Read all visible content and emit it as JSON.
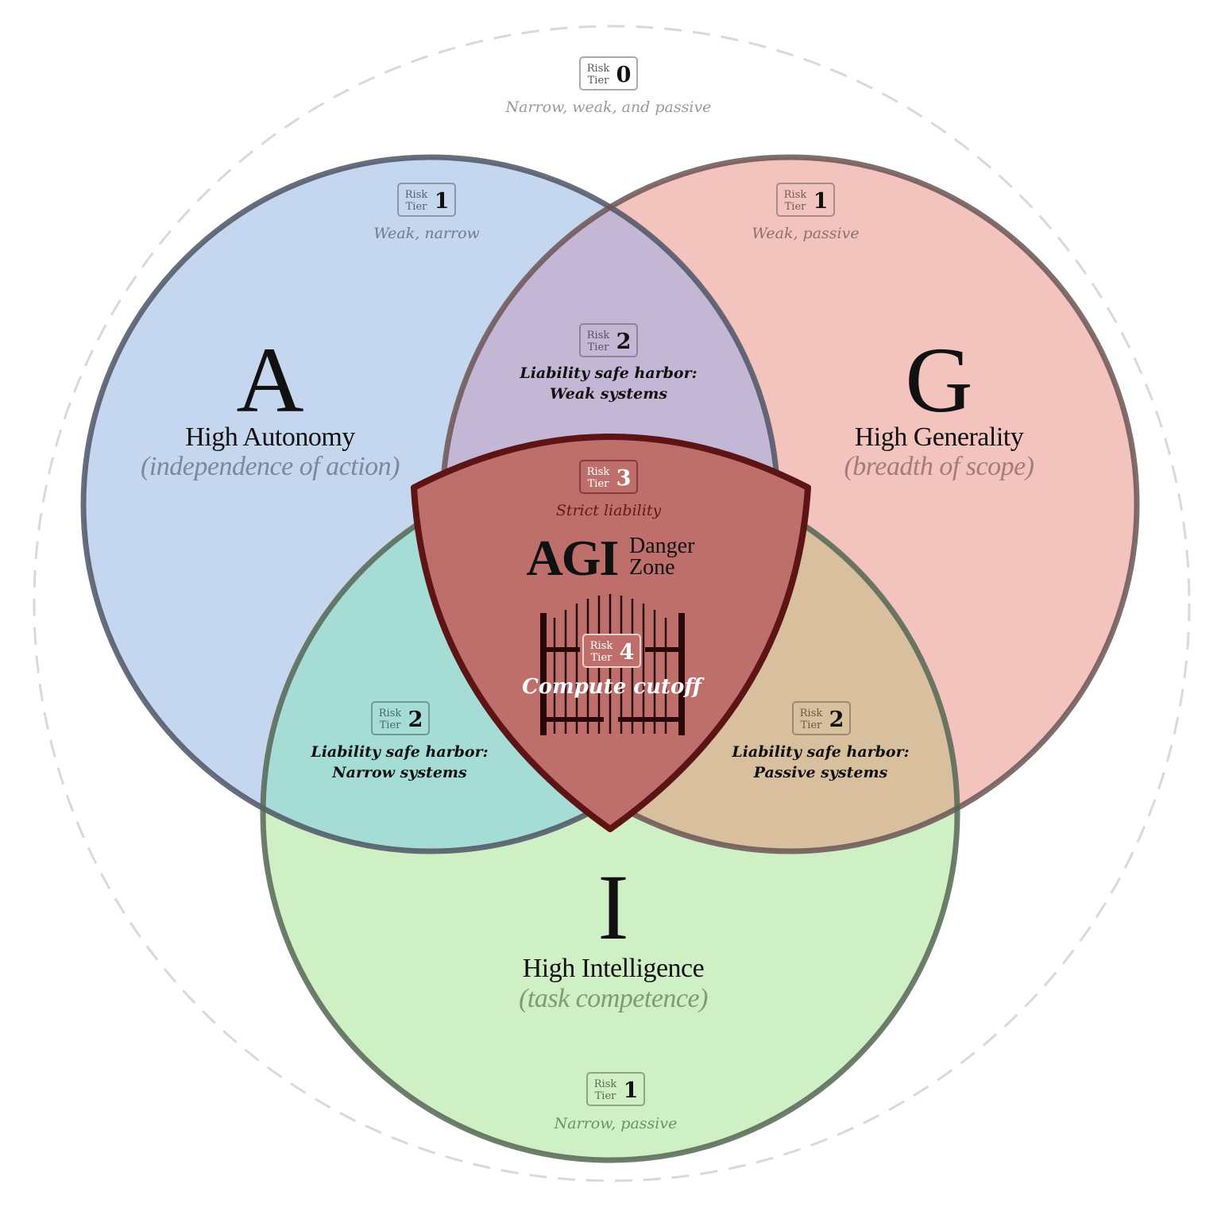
{
  "outer": {
    "badge": {
      "label_top": "Risk",
      "label_bottom": "Tier",
      "number": "0"
    },
    "description": "Narrow, weak, and passive"
  },
  "circles": {
    "autonomy": {
      "letter": "A",
      "title": "High Autonomy",
      "subtitle": "(independence of action)",
      "fill": "#c5d6ef",
      "tier_badge": {
        "label_top": "Risk",
        "label_bottom": "Tier",
        "number": "1"
      },
      "tier_description": "Weak, narrow"
    },
    "generality": {
      "letter": "G",
      "title": "High Generality",
      "subtitle": "(breadth of scope)",
      "fill": "#f3c4bd",
      "tier_badge": {
        "label_top": "Risk",
        "label_bottom": "Tier",
        "number": "1"
      },
      "tier_description": "Weak, passive"
    },
    "intelligence": {
      "letter": "I",
      "title": "High Intelligence",
      "subtitle": "(task competence)",
      "fill": "#cfefc4",
      "tier_badge": {
        "label_top": "Risk",
        "label_bottom": "Tier",
        "number": "1"
      },
      "tier_description": "Narrow, passive"
    }
  },
  "overlaps": {
    "autonomy_generality": {
      "badge": {
        "label_top": "Risk",
        "label_bottom": "Tier",
        "number": "2"
      },
      "line1": "Liability safe harbor:",
      "line2": "Weak systems",
      "fill": "#c4b7d6"
    },
    "autonomy_intelligence": {
      "badge": {
        "label_top": "Risk",
        "label_bottom": "Tier",
        "number": "2"
      },
      "line1": "Liability safe harbor:",
      "line2": "Narrow systems",
      "fill": "#a5ddd6"
    },
    "generality_intelligence": {
      "badge": {
        "label_top": "Risk",
        "label_bottom": "Tier",
        "number": "2"
      },
      "line1": "Liability safe harbor:",
      "line2": "Passive systems",
      "fill": "#d8bf9e"
    }
  },
  "danger_zone": {
    "badge": {
      "label_top": "Risk",
      "label_bottom": "Tier",
      "number": "3"
    },
    "description": "Strict liability",
    "agi": "AGI",
    "danger_word": "Danger",
    "zone_word": "Zone",
    "fill": "#be6f6c",
    "stroke": "#5c1414",
    "inner_badge": {
      "label_top": "Risk",
      "label_bottom": "Tier",
      "number": "4"
    },
    "cutoff_label": "Compute cutoff"
  },
  "colors": {
    "outer_dashed": "#d9d9d9",
    "circle_stroke": "#4d5566",
    "generality_stroke": "#6b5555",
    "intelligence_stroke": "#556655",
    "grey_text": "#999999"
  }
}
